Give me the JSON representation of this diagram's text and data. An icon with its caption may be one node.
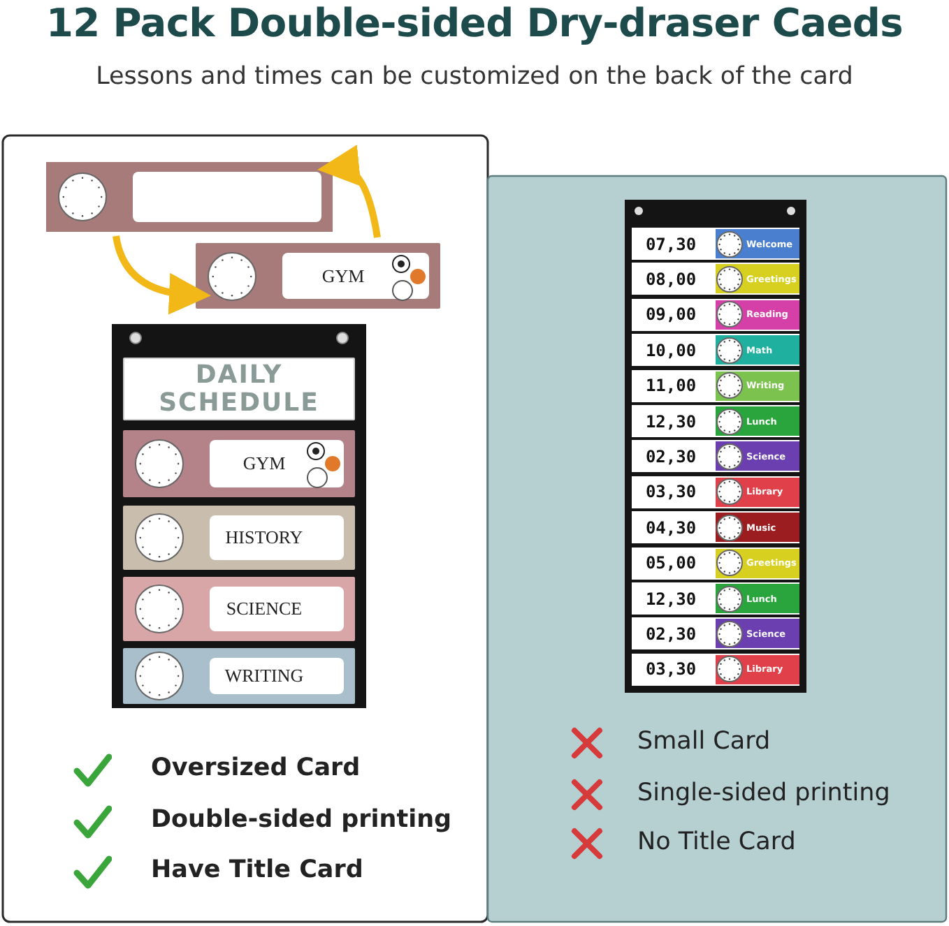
{
  "diagram": {
    "title": "12 Pack Double-sided Dry-draser Caeds",
    "caption": "Lessons and times can be customized on the back of the card",
    "nodes": [
      {
        "text": [],
        "shape": "box"
      },
      {
        "text": [
          "GYM"
        ]
      },
      {
        "text": [
          "DAILY SCHEDULE"
        ]
      },
      {
        "text": [
          "GYM"
        ]
      },
      {
        "text": [
          "HISTORY"
        ]
      },
      {
        "text": [
          "SCIENCE"
        ]
      },
      {
        "text": [
          "WRITING"
        ]
      },
      {
        "text": [
          "07,30",
          "Welcome"
        ]
      },
      {
        "text": [
          "08,00",
          "Greetings"
        ]
      },
      {
        "text": [
          "09,00",
          "Reading"
        ]
      },
      {
        "text": [
          "10,00",
          "Math"
        ]
      },
      {
        "text": [
          "11,00",
          "Writing"
        ]
      },
      {
        "text": [
          "12,30",
          "Lunch"
        ]
      },
      {
        "text": [
          "02,30",
          "Science"
        ]
      },
      {
        "text": [
          "03,30",
          "Library"
        ]
      },
      {
        "text": [
          "04,30",
          "Music"
        ]
      },
      {
        "text": [
          "05,00",
          "Greetings"
        ]
      },
      {
        "text": [
          "12,30",
          "Lunch"
        ]
      },
      {
        "text": [
          "02,30",
          "Science"
        ]
      },
      {
        "text": [
          "03,30",
          "Library"
        ]
      }
    ],
    "edges": [
      {
        "from": 1,
        "to": 0,
        "arrow": "to"
      },
      {
        "from": 0,
        "to": 1,
        "arrow": "to"
      }
    ],
    "labels": [
      "Oversized Card",
      "Double-sided printing",
      "Have Title Card",
      "Small Card",
      "Single-sided printing",
      "No Title Card"
    ]
  }
}
